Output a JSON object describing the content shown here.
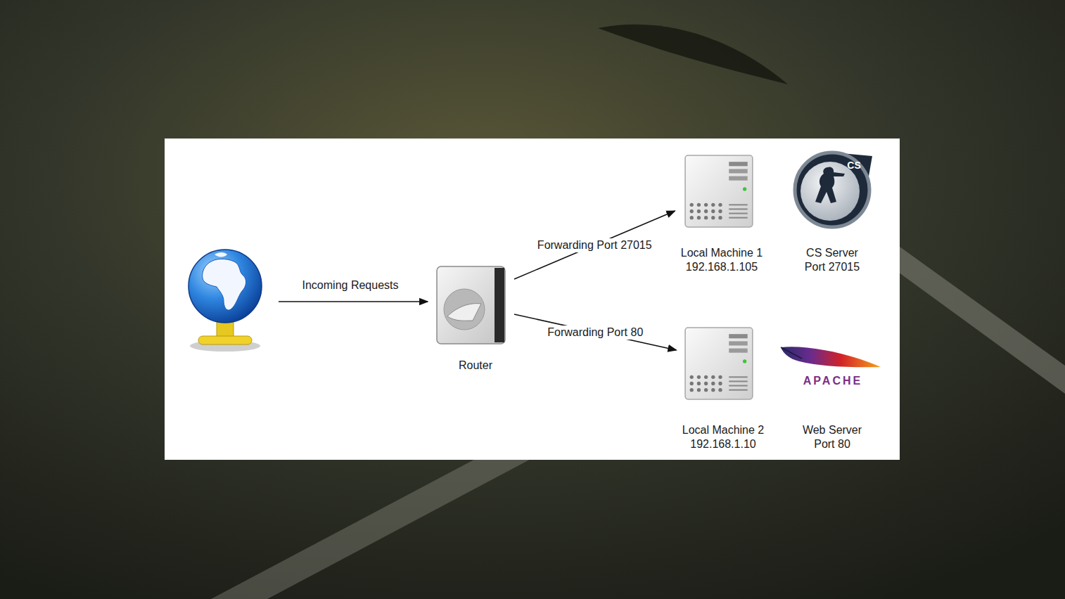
{
  "diagram": {
    "nodes": [
      {
        "text": [
          "Router"
        ]
      },
      {
        "text": [
          "Local Machine 1",
          "192.168.1.105"
        ]
      },
      {
        "text": [
          "CS Server",
          "Port 27015"
        ]
      },
      {
        "text": [
          "Local Machine 2",
          "192.168.1.10"
        ]
      },
      {
        "text": [
          "Web Server",
          "Port 80"
        ]
      }
    ],
    "edges": [
      {
        "from": 0,
        "to": 1,
        "label": "Forwarding Port 27015",
        "arrow": "to"
      },
      {
        "from": 0,
        "to": 3,
        "label": "Forwarding Port 80",
        "arrow": "to"
      }
    ],
    "labels": [
      "Incoming Requests",
      "CS",
      "APACHE"
    ]
  }
}
